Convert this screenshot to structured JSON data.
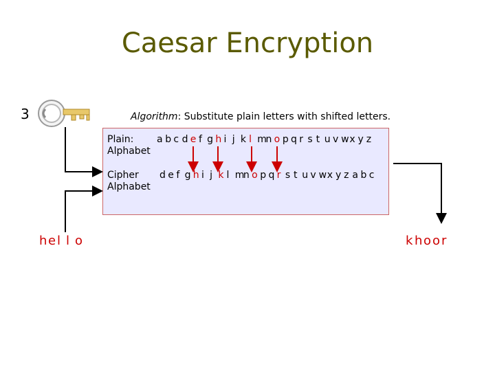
{
  "title": "Caesar Encryption",
  "key": {
    "value": "3",
    "icon": "key-icon"
  },
  "algorithm": {
    "label": "Algorithm",
    "text": ": Substitute plain letters with shifted letters."
  },
  "plain": {
    "label_line1": "Plain:",
    "label_line2": "Alphabet",
    "letters": [
      "a",
      "b",
      "c",
      "d",
      "e",
      "f",
      "g",
      "h",
      "i",
      "j",
      "k",
      "l",
      "m",
      "n",
      "o",
      "p",
      "q",
      "r",
      "s",
      "t",
      "u",
      "v",
      "w",
      "x",
      "y",
      "z"
    ],
    "highlighted": [
      4,
      7,
      11,
      14
    ]
  },
  "cipher": {
    "label_line1": "Cipher",
    "label_line2": "Alphabet",
    "letters": [
      "d",
      "e",
      "f",
      "g",
      "h",
      "i",
      "j",
      "k",
      "l",
      "m",
      "n",
      "o",
      "p",
      "q",
      "r",
      "s",
      "t",
      "u",
      "v",
      "w",
      "x",
      "y",
      "z",
      "a",
      "b",
      "c"
    ],
    "highlighted": [
      4,
      7,
      11,
      14
    ]
  },
  "plaintext": [
    "h",
    "e",
    "l",
    "l",
    "o"
  ],
  "ciphertext": [
    "k",
    "h",
    "o",
    "o",
    "r"
  ],
  "colors": {
    "title": "#5a5a00",
    "highlight": "#cc0000",
    "panel": "#e9e9ff",
    "panel_border": "#cc6666"
  }
}
